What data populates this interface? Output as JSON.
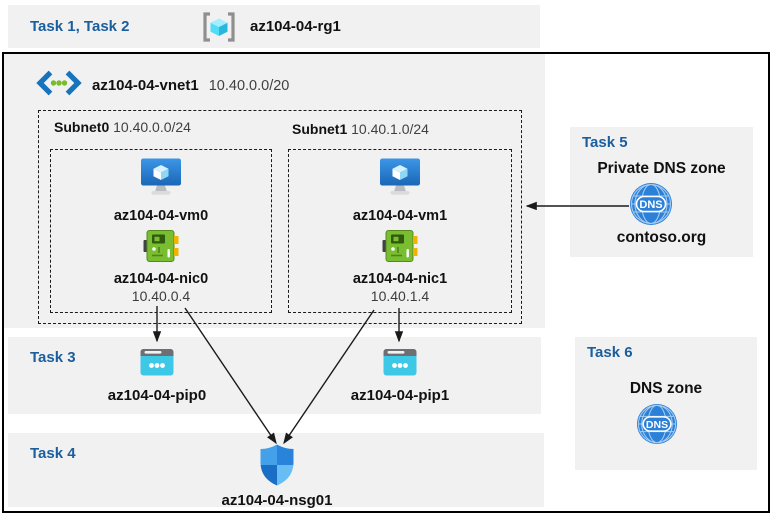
{
  "header": {
    "tasks": "Task 1, Task 2",
    "resource_group": "az104-04-rg1"
  },
  "vnet": {
    "name": "az104-04-vnet1",
    "cidr": "10.40.0.0/20"
  },
  "subnets": [
    {
      "name": "Subnet0",
      "cidr": "10.40.0.0/24",
      "vm": "az104-04-vm0",
      "nic": "az104-04-nic0",
      "ip": "10.40.0.4"
    },
    {
      "name": "Subnet1",
      "cidr": "10.40.1.0/24",
      "vm": "az104-04-vm1",
      "nic": "az104-04-nic1",
      "ip": "10.40.1.4"
    }
  ],
  "task3": {
    "label": "Task 3",
    "pip0": "az104-04-pip0",
    "pip1": "az104-04-pip1"
  },
  "task4": {
    "label": "Task 4",
    "nsg": "az104-04-nsg01"
  },
  "task5": {
    "label": "Task 5",
    "title": "Private DNS zone",
    "zone_name": "contoso.org",
    "dns_badge": "DNS"
  },
  "task6": {
    "label": "Task 6",
    "title": "DNS zone",
    "dns_badge": "DNS"
  },
  "colors": {
    "task_label_blue": "#1b5e9c",
    "panel_gray": "#f1f1f2",
    "azure_blue": "#1673bc",
    "vnet_dot_green": "#76bc2d",
    "nic_green": "#79bd30",
    "pip_cyan": "#3ec8e8",
    "dns_blue": "#2b80d8",
    "arrow_black": "#1a1a1a"
  }
}
